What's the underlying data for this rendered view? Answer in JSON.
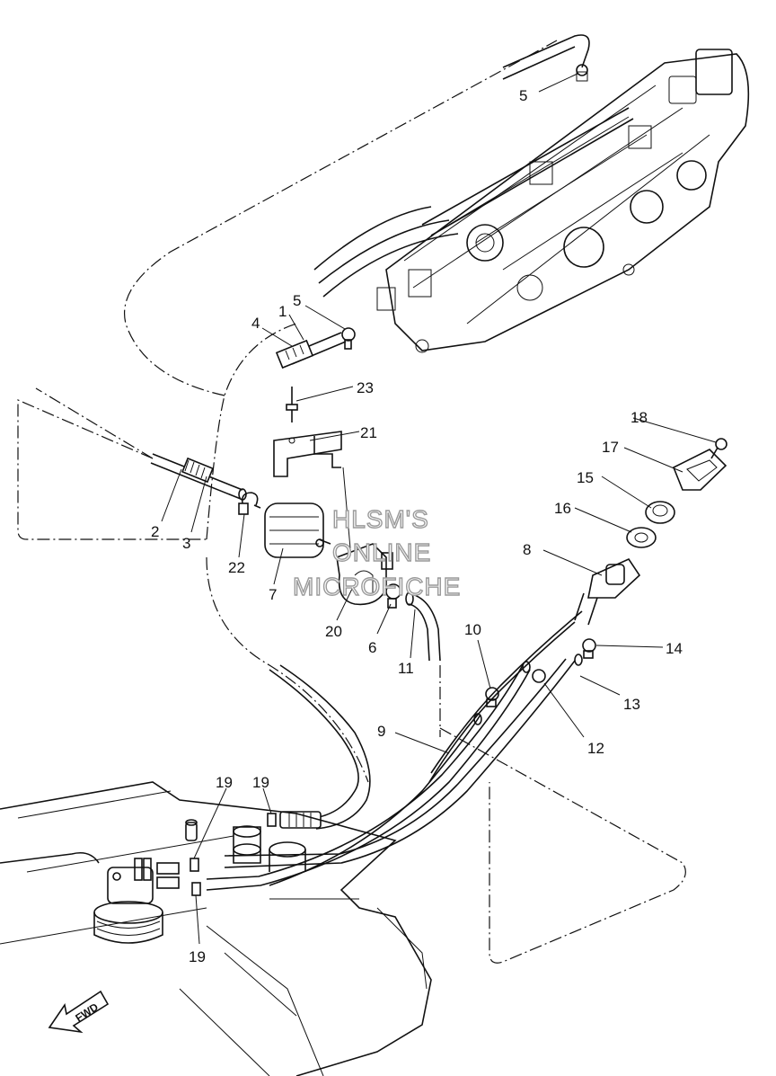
{
  "watermark": {
    "line1": "HLSM'S",
    "line2": "ONLINE",
    "line3": "MICROFICHE"
  },
  "fwd_label": "FWD",
  "callouts": {
    "c1": "1",
    "c2": "2",
    "c3": "3",
    "c4": "4",
    "c5a": "5",
    "c5b": "5",
    "c6": "6",
    "c7": "7",
    "c8": "8",
    "c9": "9",
    "c10": "10",
    "c11": "11",
    "c12": "12",
    "c13": "13",
    "c14": "14",
    "c15": "15",
    "c16": "16",
    "c17": "17",
    "c18": "18",
    "c19a": "19",
    "c19b": "19",
    "c19c": "19",
    "c20": "20",
    "c21": "21",
    "c22": "22",
    "c23": "23"
  },
  "icons": [
    "fwd-arrow-icon"
  ]
}
